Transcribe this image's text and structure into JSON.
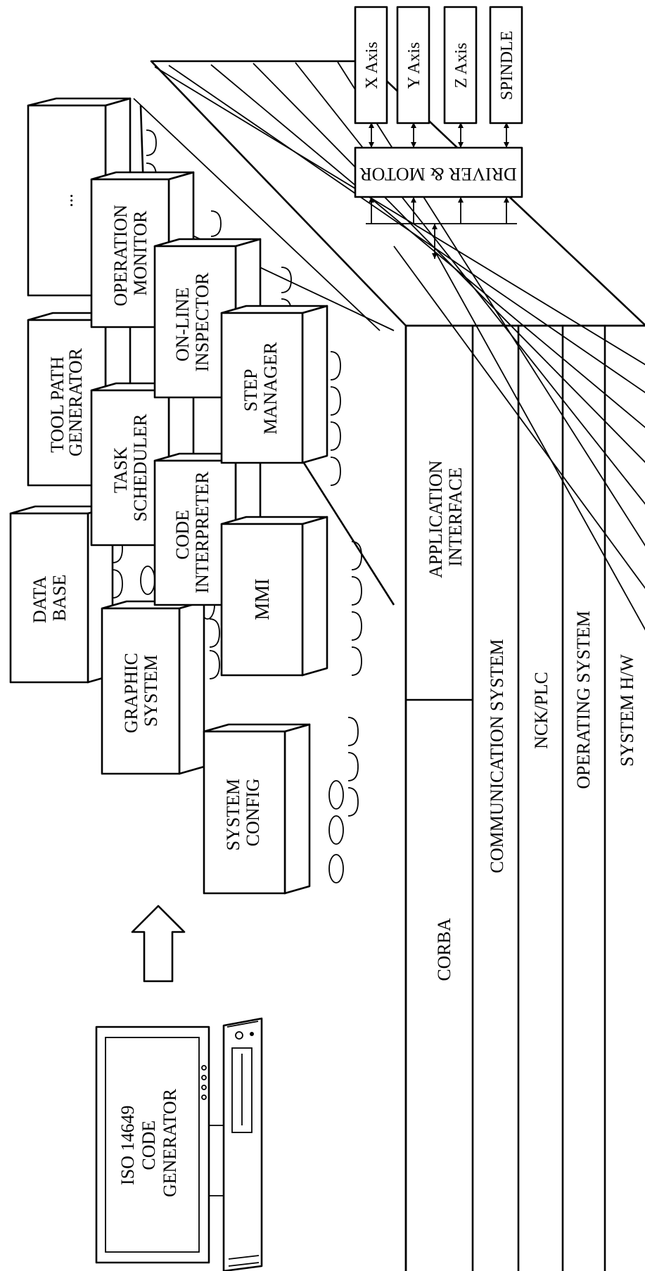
{
  "layers": {
    "corba": "CORBA",
    "application_interface": [
      "APPLICATION",
      "INTERFACE"
    ],
    "communication_system": "COMMUNICATION SYSTEM",
    "nck_plc": "NCK/PLC",
    "operating_system": "OPERATING SYSTEM",
    "system_hw": "SYSTEM H/W"
  },
  "modules": {
    "ellipsis": "...",
    "data_base": [
      "DATA",
      "BASE"
    ],
    "tool_path_generator": [
      "TOOL PATH",
      "GENERATOR"
    ],
    "operation_monitor": [
      "OPERATION",
      "MONITOR"
    ],
    "graphic_system": [
      "GRAPHIC",
      "SYSTEM"
    ],
    "task_scheduler": [
      "TASK",
      "SCHEDULER"
    ],
    "on_line_inspector": [
      "ON-LINE",
      "INSPECTOR"
    ],
    "code_interpreter": [
      "CODE",
      "INTERPRETER"
    ],
    "step_manager": [
      "STEP",
      "MANAGER"
    ],
    "mmi": "MMI",
    "system_config": [
      "SYSTEM",
      "CONFIG"
    ]
  },
  "drive": {
    "driver_motor": "DRIVER & MOTOR",
    "axes": [
      "X Axis",
      "Y Axis",
      "Z Axis",
      "SPINDLE"
    ]
  },
  "generator": [
    "ISO 14649",
    "CODE",
    "GENERATOR"
  ]
}
